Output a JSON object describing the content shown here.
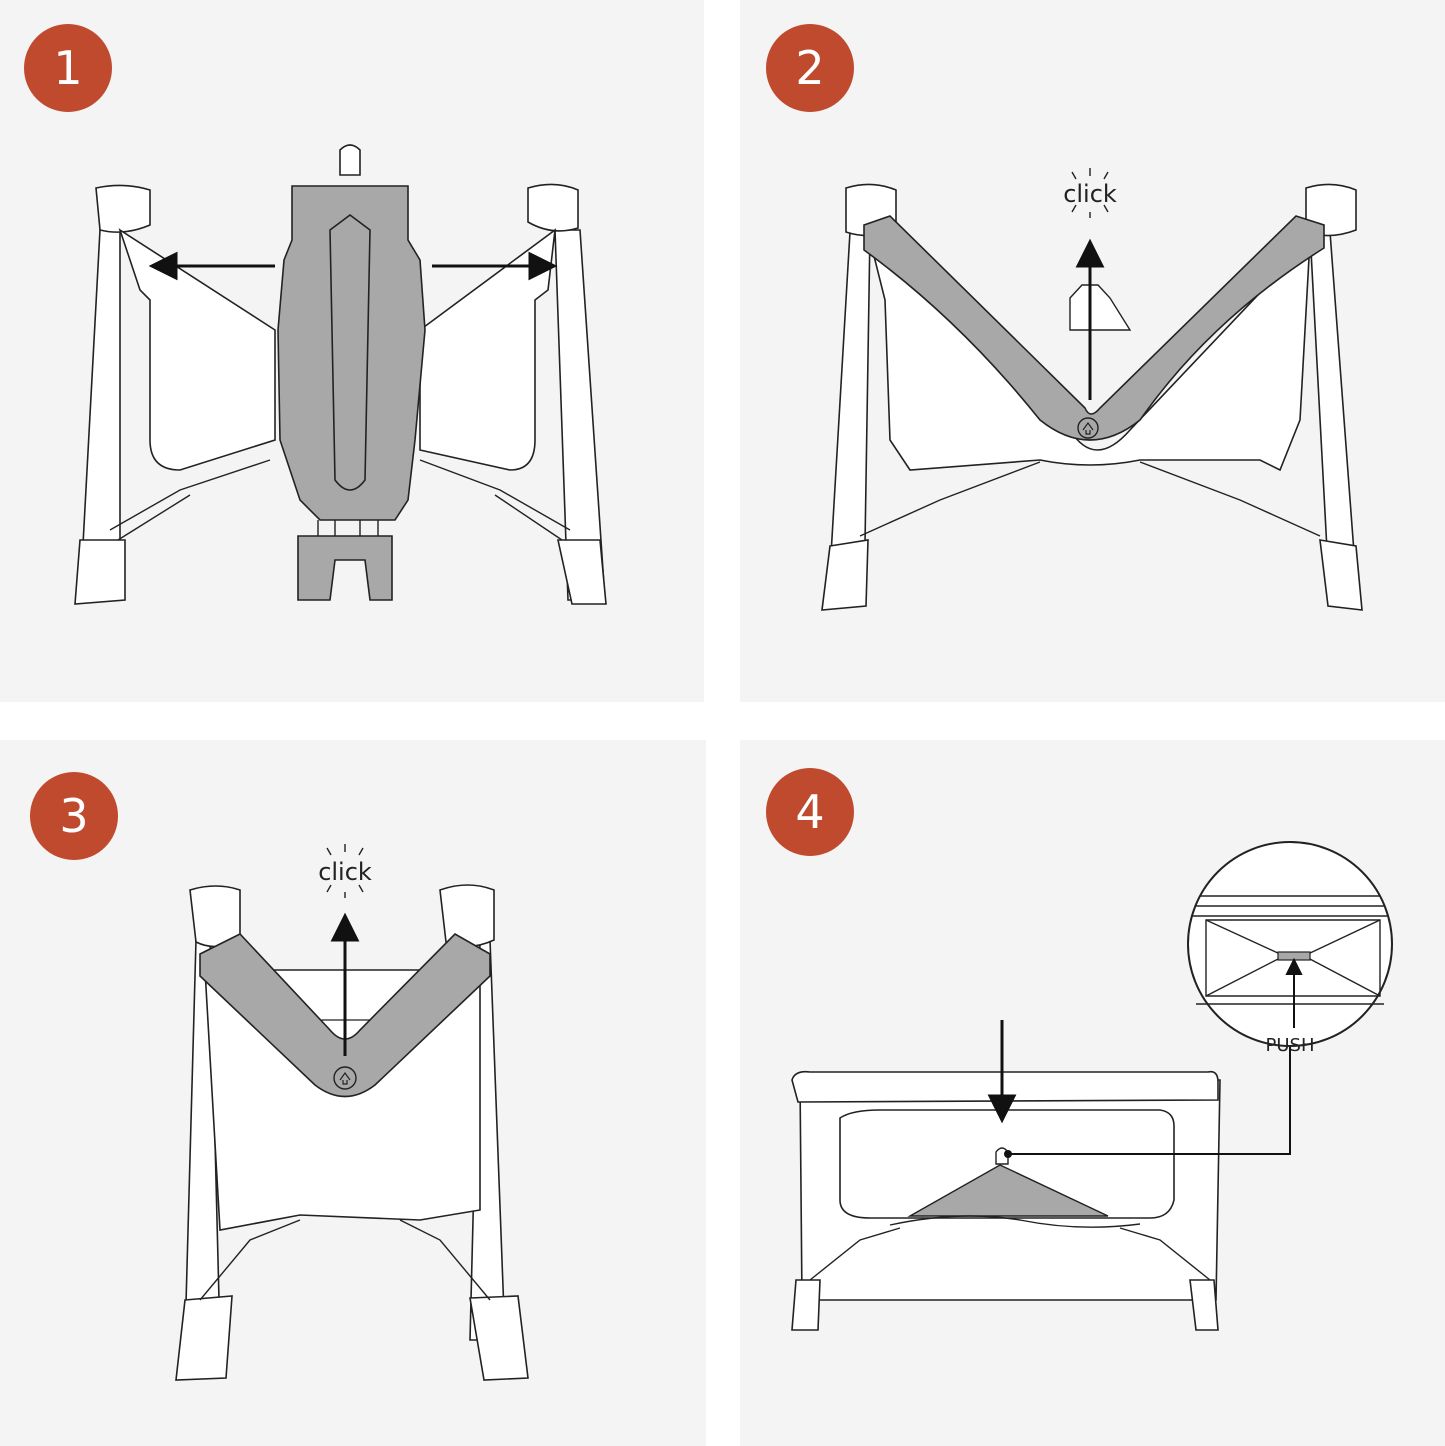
{
  "steps": [
    {
      "number": "1"
    },
    {
      "number": "2",
      "callout": "click"
    },
    {
      "number": "3",
      "callout": "click"
    },
    {
      "number": "4",
      "callout": "PUSH"
    }
  ],
  "colors": {
    "badge": "#c04a2e",
    "panel": "#f4f4f4",
    "fabric_gray": "#a8a8a8",
    "line": "#222222"
  }
}
